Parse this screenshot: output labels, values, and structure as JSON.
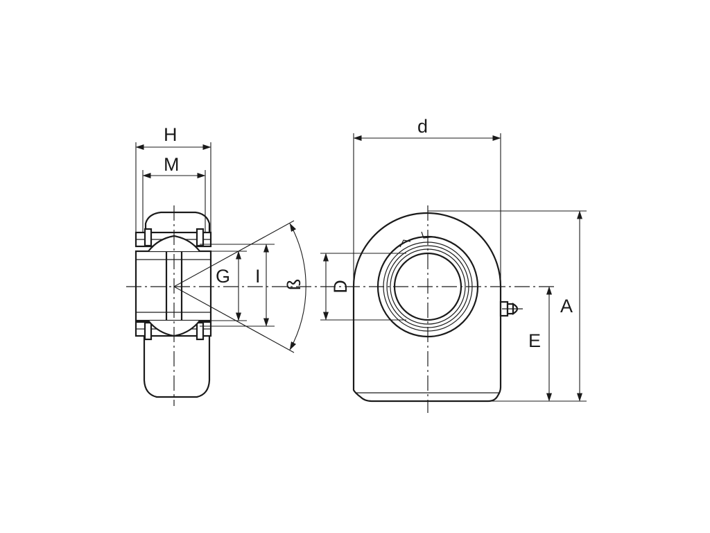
{
  "labels": {
    "H": "H",
    "M": "M",
    "G": "G",
    "I": "I",
    "beta": "ß",
    "D": "D",
    "d": "d",
    "A": "A",
    "E": "E"
  }
}
